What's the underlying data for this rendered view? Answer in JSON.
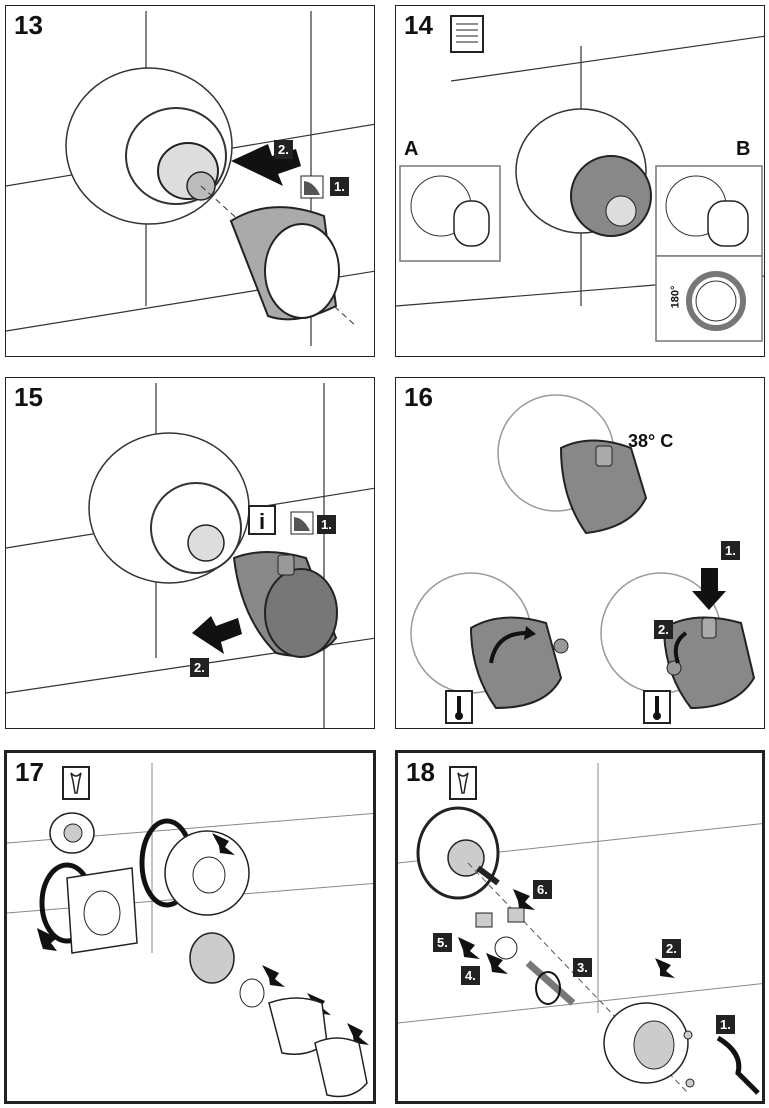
{
  "panels": [
    {
      "step": "13",
      "tags": [
        "2.",
        "1."
      ]
    },
    {
      "step": "14",
      "labels": [
        "A",
        "B",
        "180°"
      ]
    },
    {
      "step": "15",
      "tags": [
        "1.",
        "2."
      ],
      "info": "i"
    },
    {
      "step": "16",
      "temp": "38° C",
      "tags": [
        "1.",
        "2."
      ]
    },
    {
      "step": "17"
    },
    {
      "step": "18",
      "tags": [
        "6.",
        "5.",
        "4.",
        "3.",
        "2.",
        "1."
      ]
    }
  ]
}
